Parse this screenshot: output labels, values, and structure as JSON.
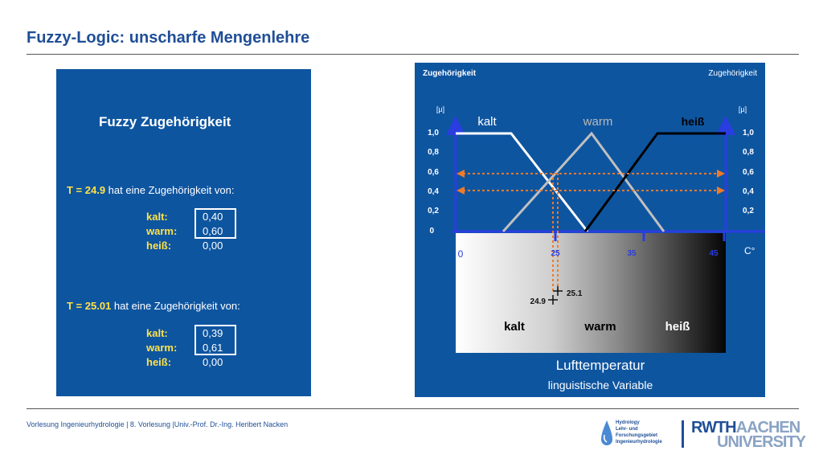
{
  "title": "Fuzzy-Logic: unscharfe Mengenlehre",
  "left_panel": {
    "heading": "Fuzzy Zugehörigkeit",
    "block1": {
      "t_label": "T = 24.9",
      "t_text": " hat eine Zugehörigkeit von:",
      "rows": [
        {
          "label": "kalt:",
          "value": "0,40"
        },
        {
          "label": "warm:",
          "value": "0,60"
        },
        {
          "label": "heiß:",
          "value": "0,00"
        }
      ]
    },
    "block2": {
      "t_label": "T = 25.01",
      "t_text": " hat eine Zugehörigkeit von:",
      "rows": [
        {
          "label": "kalt:",
          "value": "0,39"
        },
        {
          "label": "warm:",
          "value": "0,61"
        },
        {
          "label": "heiß:",
          "value": "0,00"
        }
      ]
    }
  },
  "diagram": {
    "y_title_left": "Zugehörigkeit",
    "y_title_right": "Zugehörigkeit",
    "unit_left": "[µ]",
    "unit_right": "[µ]",
    "y_ticks": [
      "1,0",
      "0,8",
      "0,6",
      "0,4",
      "0,2"
    ],
    "y_zero": "0",
    "set_labels": {
      "kalt": "kalt",
      "warm": "warm",
      "heiss": "heiß"
    },
    "x_ticks": [
      "0",
      "25",
      "35",
      "45"
    ],
    "x_unit": "C°",
    "markers": {
      "m1": "24.9",
      "m2": "25.1"
    },
    "gradient_labels": {
      "kalt": "kalt",
      "warm": "warm",
      "heiss": "heiß"
    },
    "variable_title": "Lufttemperatur",
    "variable_subtitle": "linguistische Variable",
    "colors": {
      "kalt": "#ffffff",
      "warm": "#c0c0c0",
      "heiss": "#000000",
      "axis": "#2a3de0",
      "guide": "#f07a2a"
    }
  },
  "footer": "Vorlesung Ingenieurhydrologie | 8. Vorlesung |Univ.-Prof. Dr.-Ing. Heribert Nacken",
  "logo_hydro": {
    "l1": "Hydrology",
    "l2": "Lehr- und",
    "l3": "Forschungsgebiet",
    "l4": "Ingenieurhydrologie"
  },
  "logo_rwth": {
    "part1": "RWTH",
    "part2": "AACHEN",
    "part3": "UNIVERSITY"
  }
}
